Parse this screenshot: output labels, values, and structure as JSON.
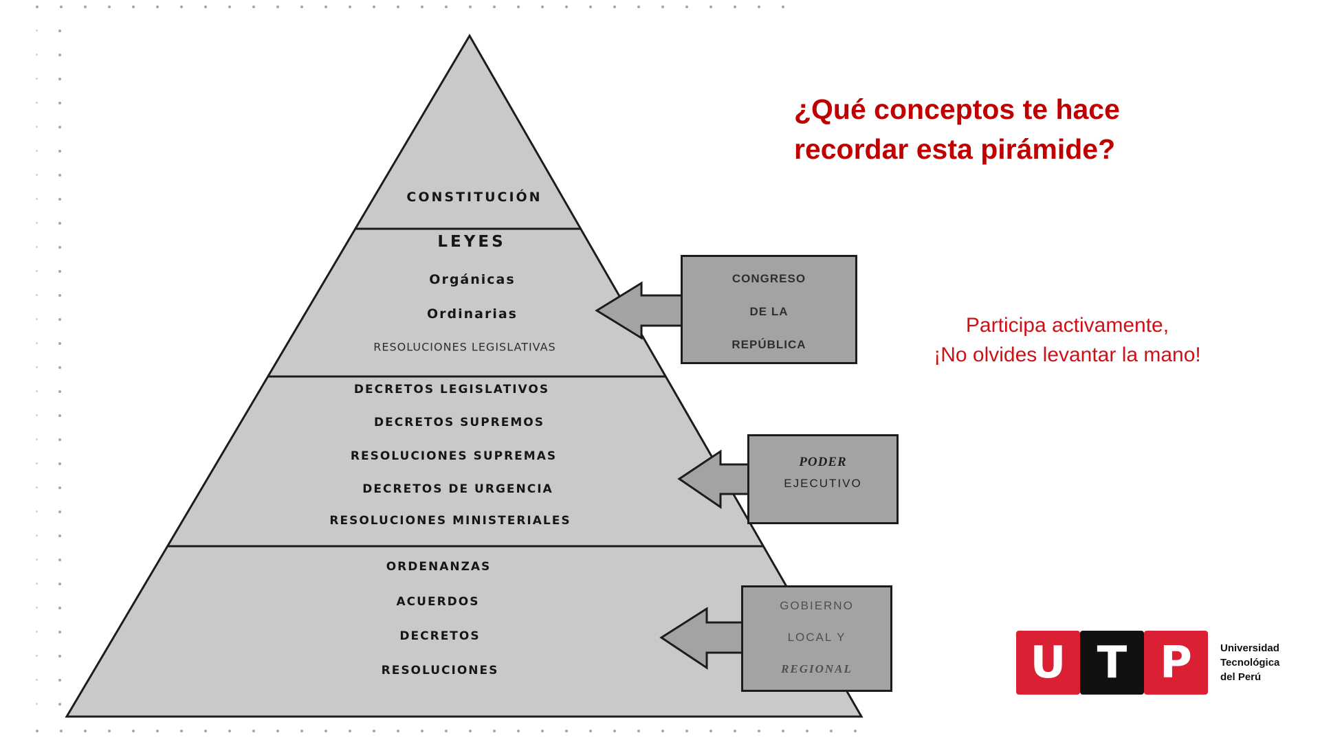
{
  "question": {
    "line1": "¿Qué conceptos te hace",
    "line2": "recordar esta pirámide?"
  },
  "reminder": {
    "line1": "Participa activamente,",
    "line2": "¡No olvides levantar la mano!"
  },
  "pyramid": {
    "labels": [
      {
        "text": "CONSTITUCIÓN"
      },
      {
        "text": "LEYES"
      },
      {
        "text": "Orgánicas"
      },
      {
        "text": "Ordinarias"
      },
      {
        "text": "RESOLUCIONES LEGISLATIVAS"
      },
      {
        "text": "DECRETOS LEGISLATIVOS"
      },
      {
        "text": "DECRETOS SUPREMOS"
      },
      {
        "text": "RESOLUCIONES SUPREMAS"
      },
      {
        "text": "DECRETOS DE URGENCIA"
      },
      {
        "text": "RESOLUCIONES MINISTERIALES"
      },
      {
        "text": "ORDENANZAS"
      },
      {
        "text": "ACUERDOS"
      },
      {
        "text": "DECRETOS"
      },
      {
        "text": "RESOLUCIONES"
      }
    ]
  },
  "callouts": {
    "congreso": {
      "line1": "CONGRESO",
      "line2": "DE LA",
      "line3": "REPÚBLICA"
    },
    "ejecutivo": {
      "line1": "PODER",
      "line2": "EJECUTIVO"
    },
    "gobierno": {
      "line1": "GOBIERNO",
      "line2": "LOCAL Y",
      "line3": "REGIONAL"
    }
  },
  "logo": {
    "block1": "U",
    "block2": "T",
    "block3": "P",
    "line1": "Universidad",
    "line2": "Tecnológica",
    "line3": "del Perú"
  },
  "colors": {
    "accent_red": "#c00000",
    "reminder_red": "#cc1218",
    "logo_red": "#da2032",
    "logo_black": "#111111",
    "pyramid_fill": "#c9c9c9",
    "callout_fill": "#a3a3a3",
    "outline": "#1c1c1c"
  }
}
